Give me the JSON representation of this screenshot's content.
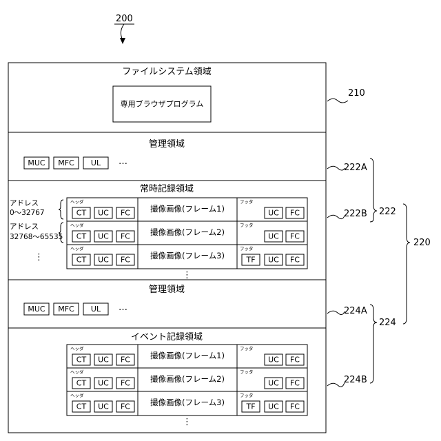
{
  "figure_ref": "200",
  "filesystem": {
    "title": "ファイルシステム領域",
    "program": "専用ブラウザプログラム",
    "ref": "210"
  },
  "mgmt1": {
    "title": "管理領域",
    "items": [
      "MUC",
      "MFC",
      "UL"
    ],
    "more": "…",
    "ref": "222A"
  },
  "rec1": {
    "title": "常時記録領域",
    "ref": "222B",
    "addresses": [
      {
        "label": "アドレス",
        "range": "0～32767"
      },
      {
        "label": "アドレス",
        "range": "32768～65535"
      }
    ],
    "frames": [
      {
        "header_tag": "ヘッダ",
        "header": [
          "CT",
          "UC",
          "FC"
        ],
        "image": "撮像画像(フレーム1)",
        "footer_tag": "フッタ",
        "footer": [
          "UC",
          "FC"
        ]
      },
      {
        "header_tag": "ヘッダ",
        "header": [
          "CT",
          "UC",
          "FC"
        ],
        "image": "撮像画像(フレーム2)",
        "footer_tag": "フッタ",
        "footer": [
          "UC",
          "FC"
        ]
      },
      {
        "header_tag": "ヘッダ",
        "header": [
          "CT",
          "UC",
          "FC"
        ],
        "image": "撮像画像(フレーム3)",
        "footer_tag": "フッタ",
        "footer": [
          "TF",
          "UC",
          "FC"
        ]
      }
    ],
    "left_ellipsis": "⋮",
    "bottom_ellipsis": "⋮"
  },
  "mgmt2": {
    "title": "管理領域",
    "items": [
      "MUC",
      "MFC",
      "UL"
    ],
    "more": "…",
    "ref": "224A"
  },
  "rec2": {
    "title": "イベント記録領域",
    "ref": "224B",
    "frames": [
      {
        "header_tag": "ヘッダ",
        "header": [
          "CT",
          "UC",
          "FC"
        ],
        "image": "撮像画像(フレーム1)",
        "footer_tag": "フッタ",
        "footer": [
          "UC",
          "FC"
        ]
      },
      {
        "header_tag": "ヘッダ",
        "header": [
          "CT",
          "UC",
          "FC"
        ],
        "image": "撮像画像(フレーム2)",
        "footer_tag": "フッタ",
        "footer": [
          "UC",
          "FC"
        ]
      },
      {
        "header_tag": "ヘッダ",
        "header": [
          "CT",
          "UC",
          "FC"
        ],
        "image": "撮像画像(フレーム3)",
        "footer_tag": "フッタ",
        "footer": [
          "TF",
          "UC",
          "FC"
        ]
      }
    ],
    "bottom_ellipsis": "⋮"
  },
  "groups": {
    "g222": "222",
    "g224": "224",
    "g220": "220"
  }
}
